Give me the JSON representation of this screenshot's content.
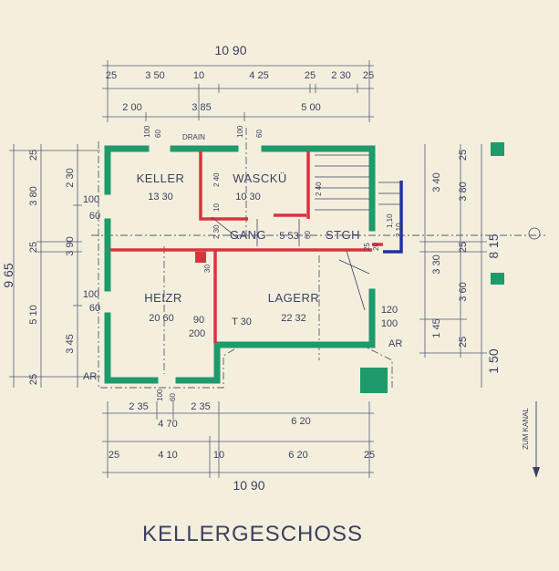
{
  "title": "KELLERGESCHOSS",
  "colors": {
    "paper": "#f4efdc",
    "green_wall": "#1e9a6c",
    "red_wall": "#d8343f",
    "blue_wall": "#2230a8",
    "ink": "#3b3f63"
  },
  "top": {
    "total": "10 90",
    "row1": [
      "25",
      "3 50",
      "10",
      "4 25",
      "25",
      "2 30",
      "25"
    ],
    "row2": [
      "2 00",
      "3 85",
      "5 00"
    ],
    "openings": [
      "100",
      "60",
      "100",
      "60"
    ],
    "drain": "DRAIN"
  },
  "left": {
    "total": "9 65",
    "col1": [
      "25",
      "3 80",
      "25",
      "5 10",
      "25"
    ],
    "col2": [
      "2 30",
      "3 90",
      "3 45"
    ],
    "openings": [
      "100",
      "60",
      "100",
      "60"
    ]
  },
  "right": {
    "col1": [
      "3 40",
      "3 30",
      "1 45"
    ],
    "col2": [
      "25",
      "3 80",
      "25",
      "3 60",
      "25"
    ],
    "col3": [
      "8 15",
      "1 50"
    ],
    "kanal": "ZUM KANAL"
  },
  "bottom": {
    "row1": [
      "2 35",
      "100",
      "60",
      "2 35"
    ],
    "row2": [
      "4 70",
      "6 20"
    ],
    "row3": [
      "25",
      "4 10",
      "10",
      "6 20",
      "25"
    ],
    "total": "10 90"
  },
  "rooms": [
    {
      "name": "KELLER",
      "area": "13 30"
    },
    {
      "name": "WASCKÜ",
      "area": "10 30"
    },
    {
      "name": "GANG",
      "area": "5 53"
    },
    {
      "name": "STGH",
      "area": ""
    },
    {
      "name": "HEIZR",
      "area": "20 60"
    },
    {
      "name": "LAGERR",
      "area": "22 32"
    }
  ],
  "misc": {
    "ar_left": "AR",
    "ar_right": "AR",
    "t30": "T 30",
    "d90": "90",
    "d200": "200",
    "d120": "120",
    "d100": "100",
    "d1a": "1,10",
    "d2a": "2,10",
    "d240": "2 40",
    "d230": "2 30",
    "d10": "10",
    "d30": "30",
    "d60b": "60",
    "d240b": "2 40",
    "d25": "25",
    "d20": "20"
  }
}
